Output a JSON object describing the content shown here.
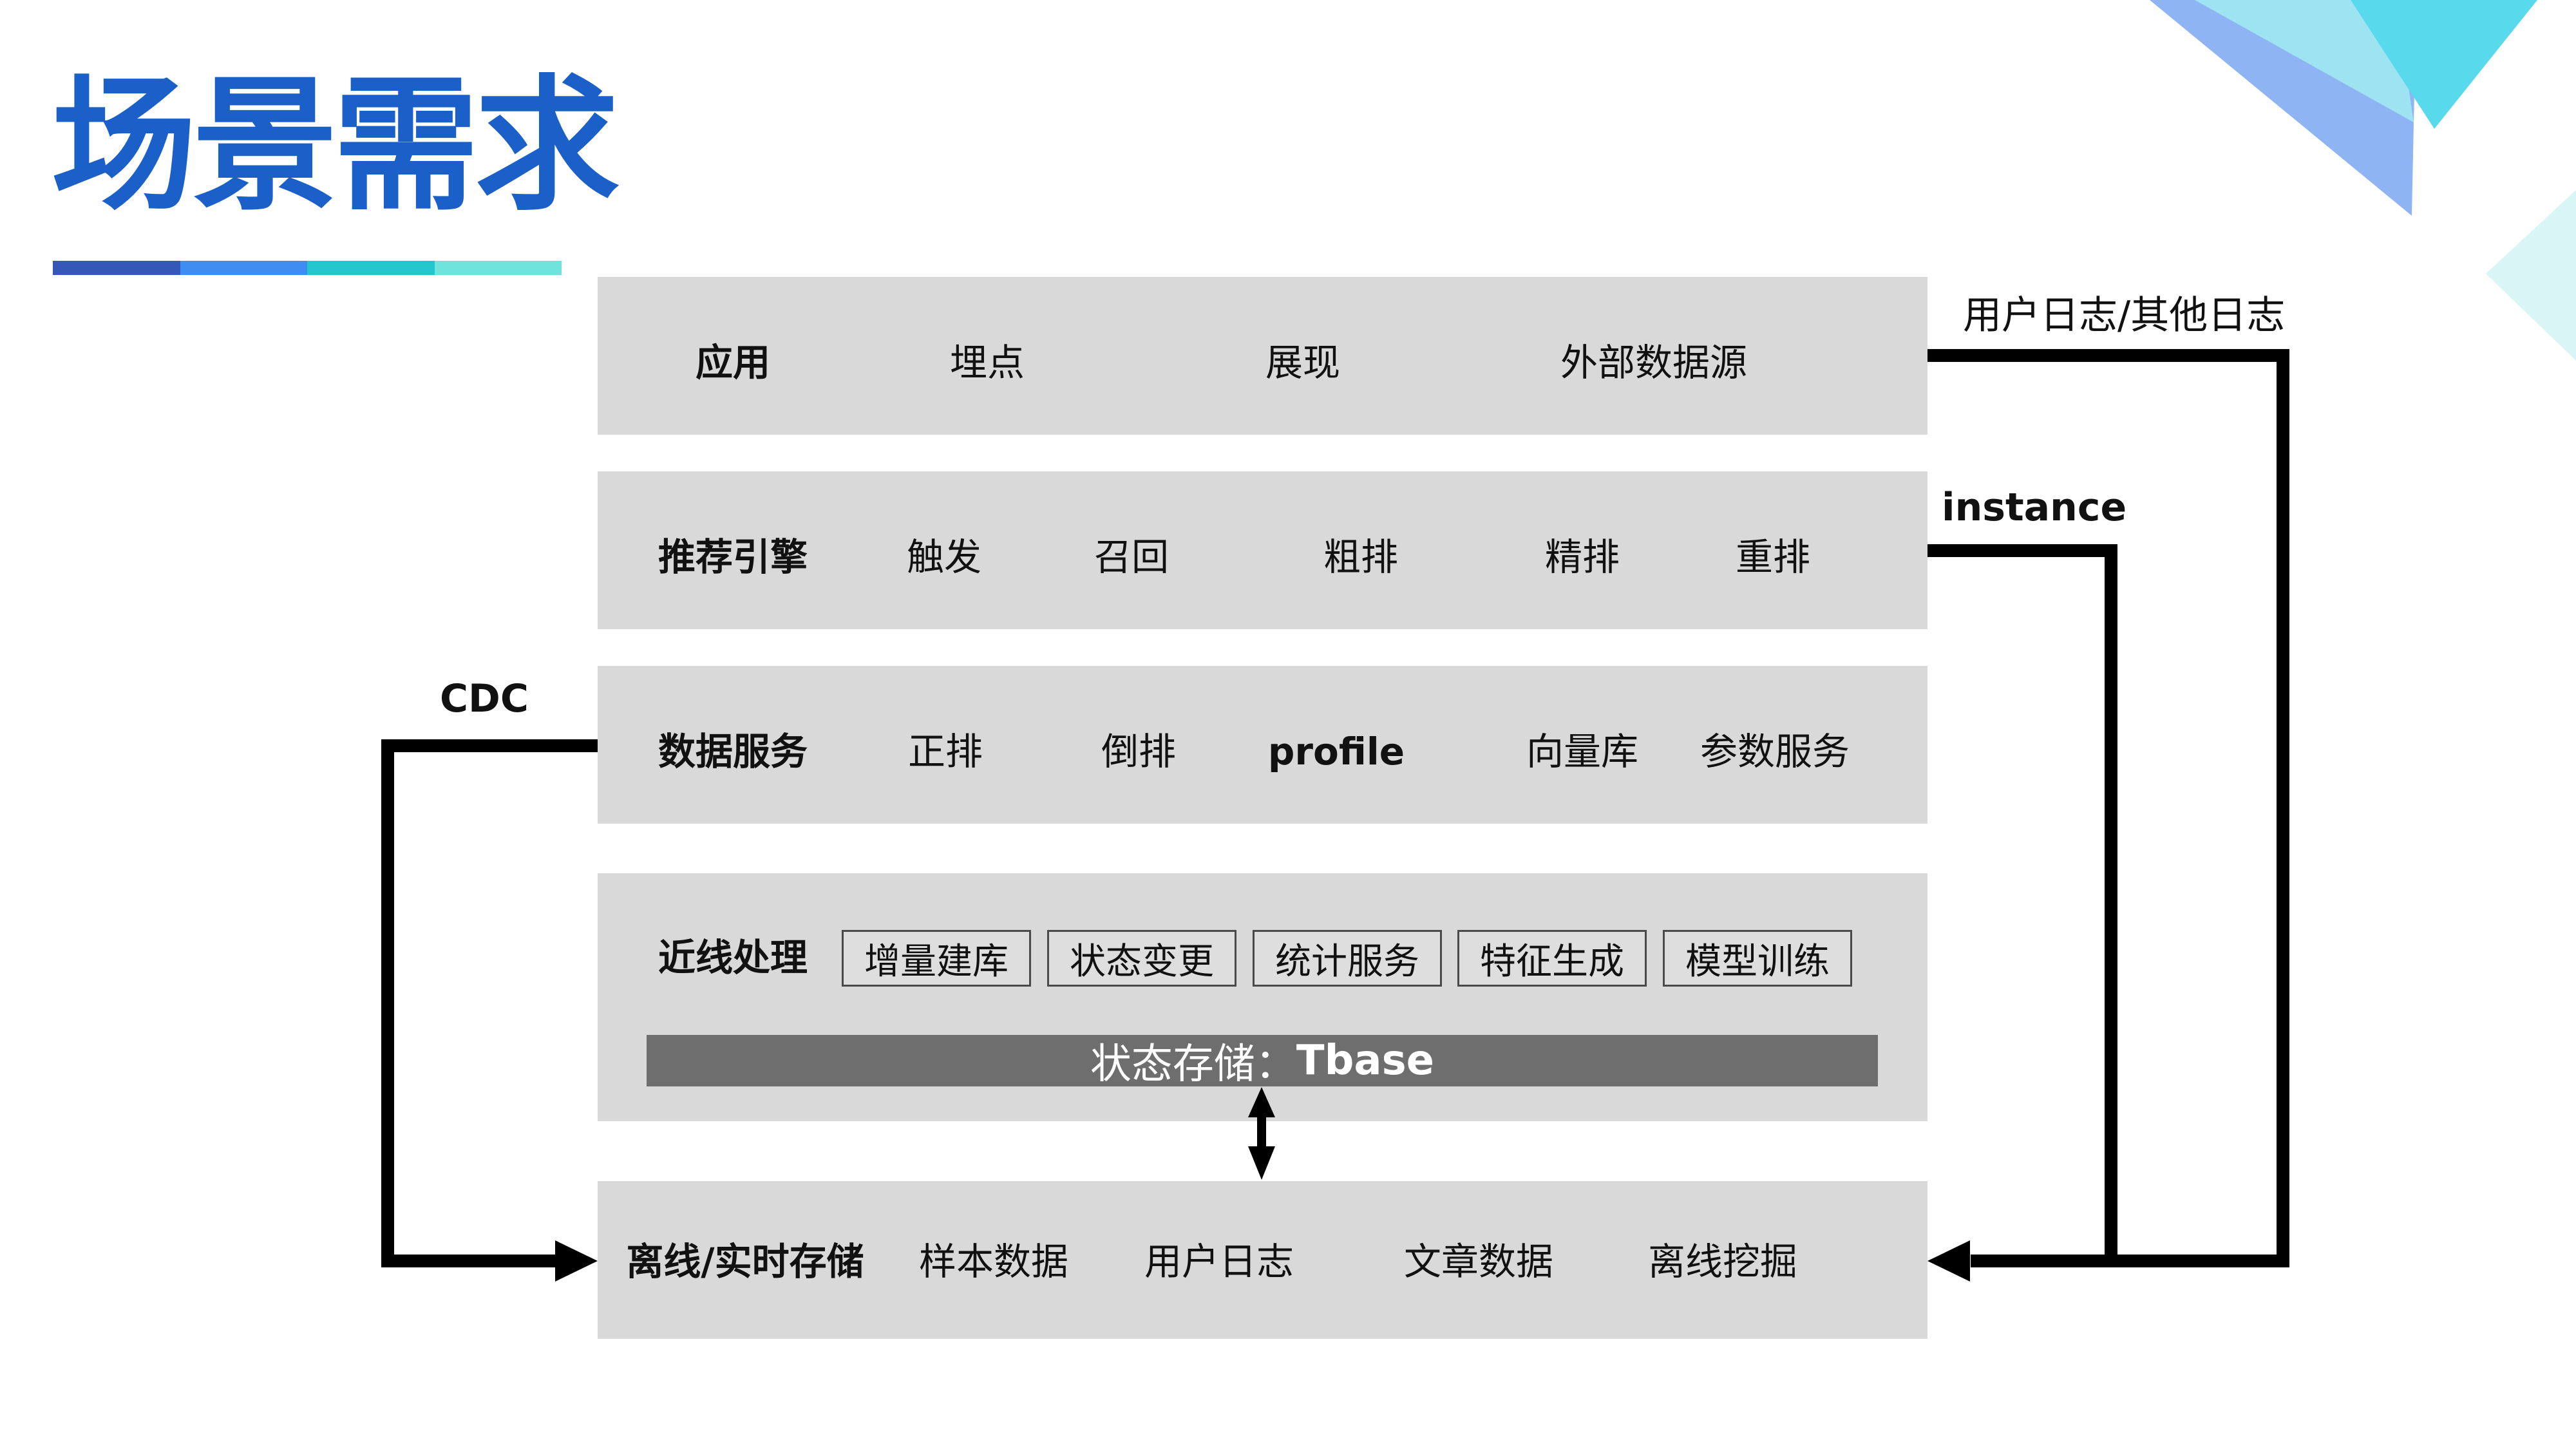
{
  "title": "场景需求",
  "accent_colors": [
    "#3457b8",
    "#3d8ef0",
    "#22c6cc",
    "#6fe3dc"
  ],
  "layers": {
    "app": {
      "label": "应用",
      "items": [
        "埋点",
        "展现",
        "外部数据源"
      ]
    },
    "engine": {
      "label": "推荐引擎",
      "items": [
        "触发",
        "召回",
        "粗排",
        "精排",
        "重排"
      ]
    },
    "data_service": {
      "label": "数据服务",
      "items": [
        "正排",
        "倒排",
        "profile",
        "向量库",
        "参数服务"
      ]
    },
    "near_line": {
      "label": "近线处理",
      "chips": [
        "增量建库",
        "状态变更",
        "统计服务",
        "特征生成",
        "模型训练"
      ],
      "storage_prefix": "状态存储：",
      "storage_name": "Tbase"
    },
    "storage": {
      "label": "离线/实时存储",
      "items": [
        "样本数据",
        "用户日志",
        "文章数据",
        "离线挖掘"
      ]
    }
  },
  "flows": {
    "cdc": "CDC",
    "instance": "instance",
    "logs": "用户日志/其他日志"
  }
}
